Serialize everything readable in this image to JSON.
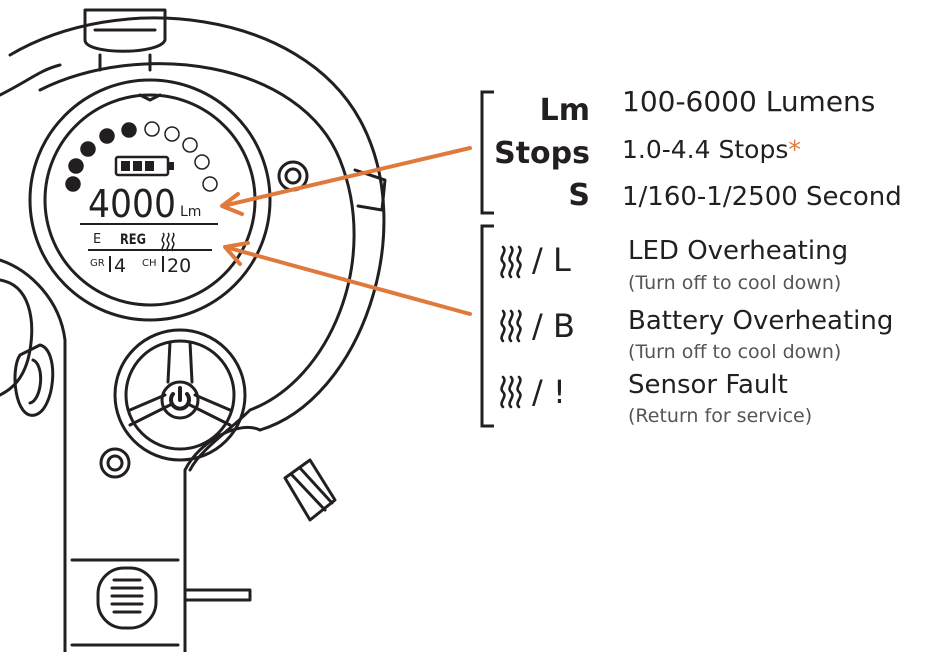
{
  "display": {
    "value": "4000",
    "unit": "Lm",
    "mode_e": "E",
    "mode_reg": "REG",
    "group_label": "GR",
    "group_value": "4",
    "channel_label": "CH",
    "channel_value": "20",
    "heat_icon": "heat-waves-icon",
    "battery_icon": "battery-icon",
    "power_icon": "power-icon"
  },
  "units": [
    {
      "unit": "Lm",
      "value": "100-6000 Lumens"
    },
    {
      "unit": "Stops",
      "value": "1.0-4.4 Stops",
      "mark": "*"
    },
    {
      "unit": "S",
      "value": "1/160-1/2500 Second"
    }
  ],
  "warnings": [
    {
      "code": "/ L",
      "title": "LED Overheating",
      "note": "(Turn off to cool down)"
    },
    {
      "code": "/ B",
      "title": "Battery Overheating",
      "note": "(Turn off to cool down)"
    },
    {
      "code": "/ !",
      "title": "Sensor Fault",
      "note": "(Return for service)"
    }
  ],
  "colors": {
    "arrow": "#e07a3c",
    "line": "#231f20",
    "background": "#ffffff"
  }
}
